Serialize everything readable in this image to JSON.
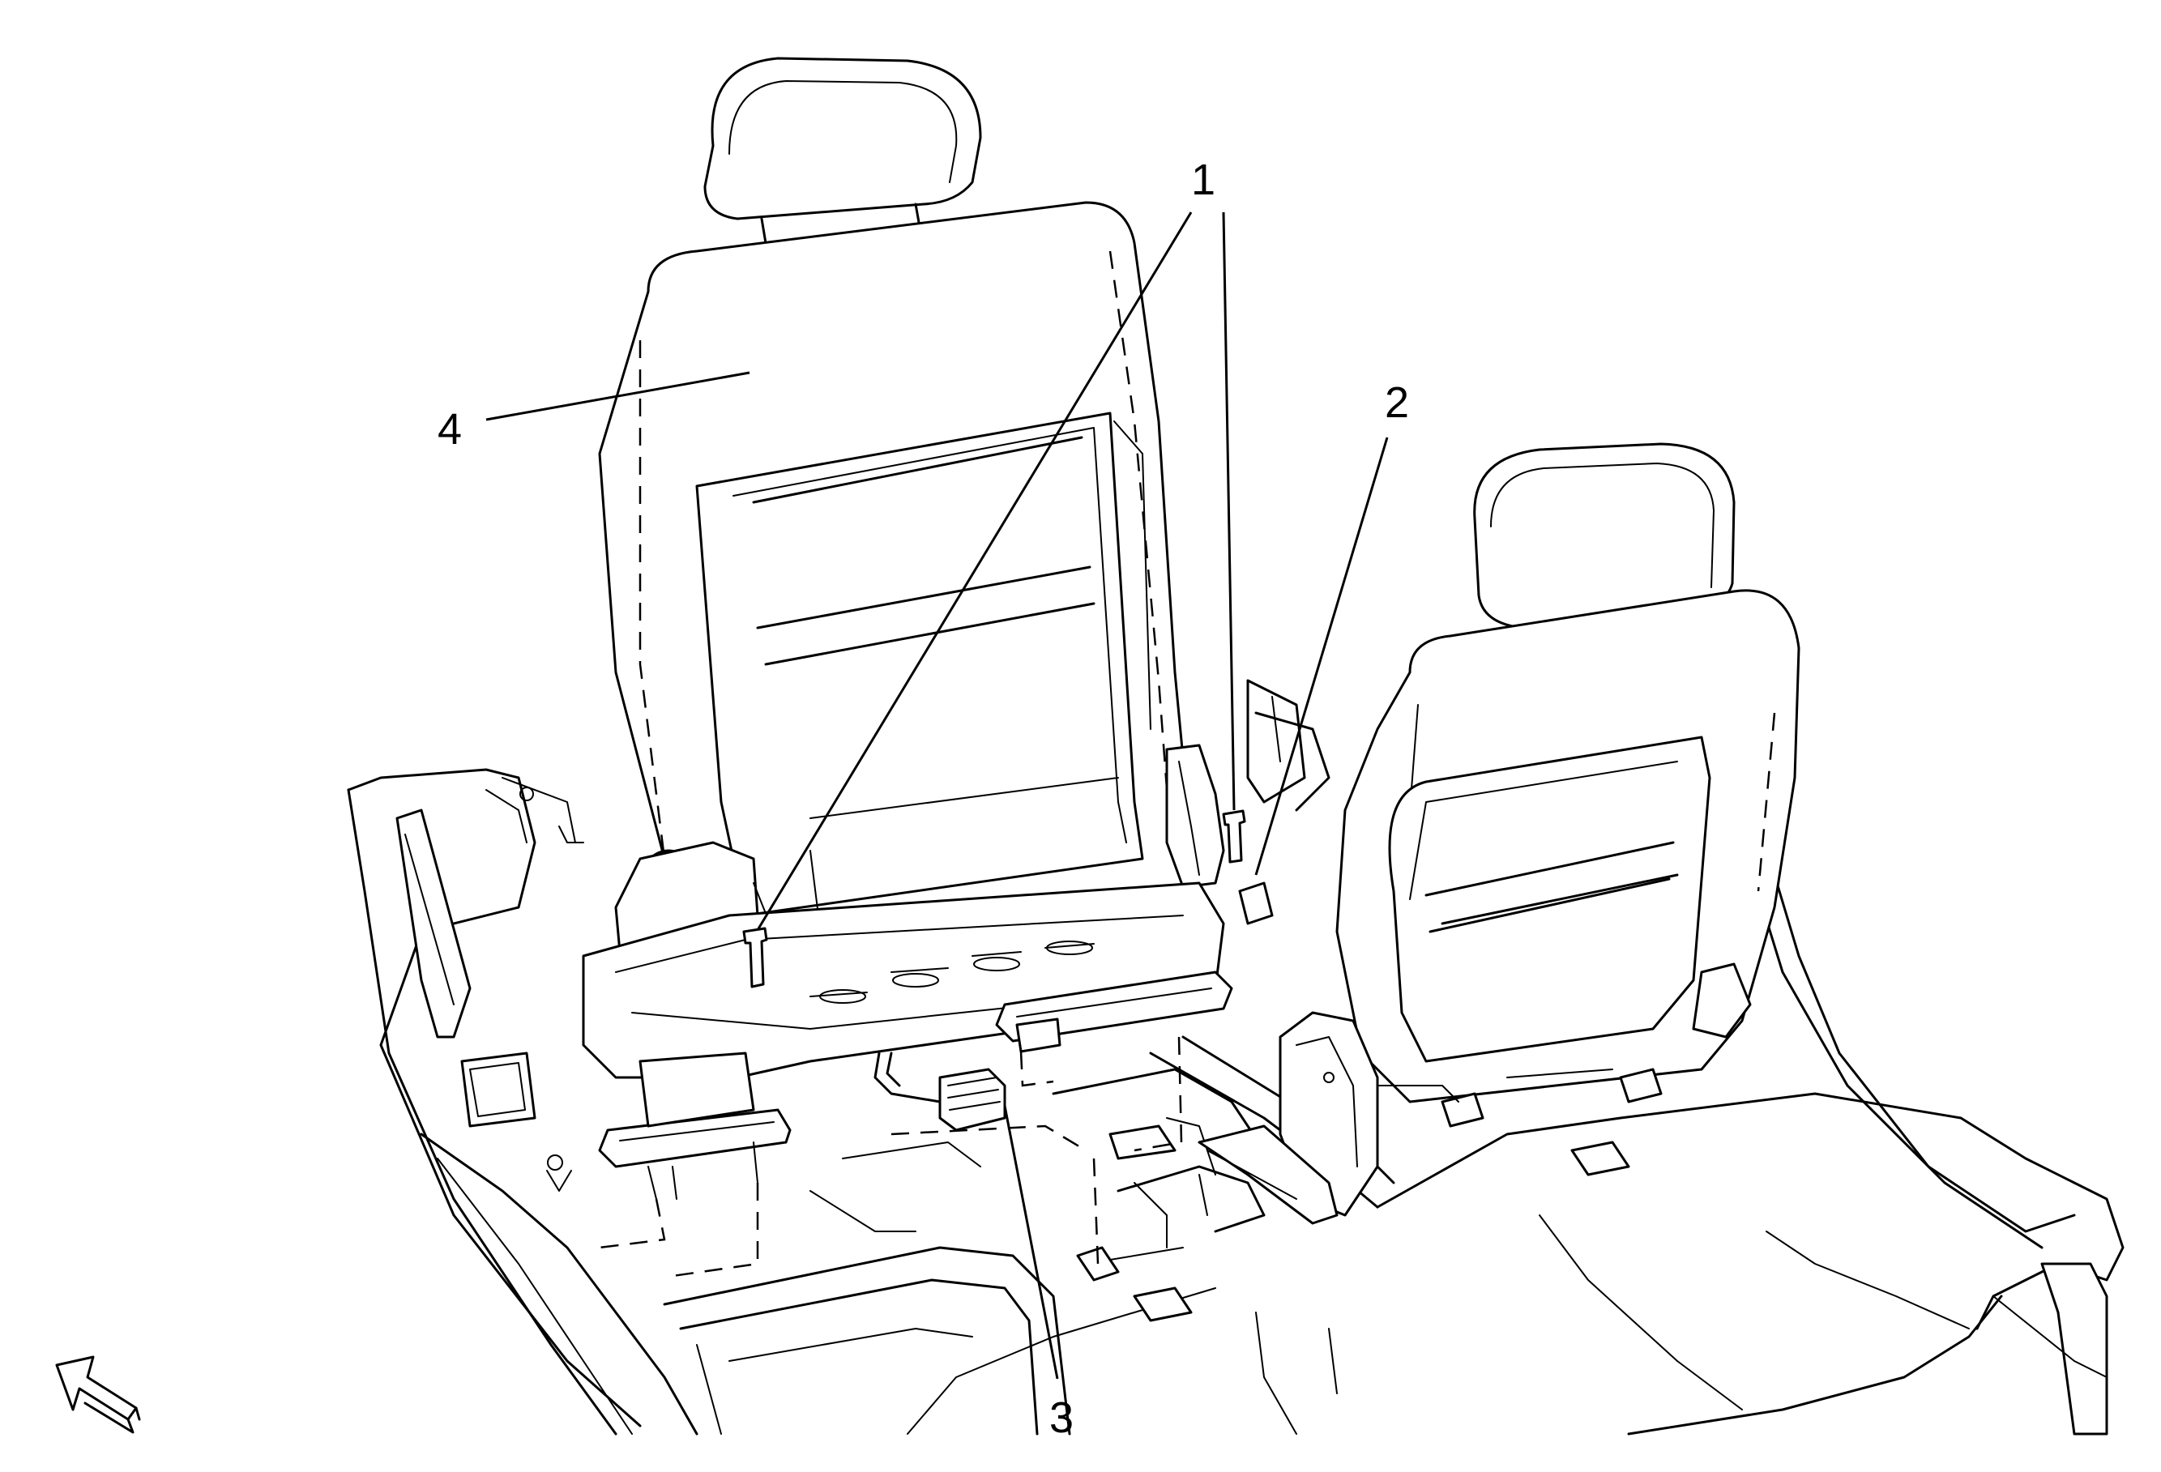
{
  "callouts": [
    {
      "id": "1",
      "label": "1"
    },
    {
      "id": "2",
      "label": "2"
    },
    {
      "id": "3",
      "label": "3"
    },
    {
      "id": "4",
      "label": "4"
    }
  ],
  "icons": {
    "view_direction": "view-direction-arrow-icon"
  }
}
